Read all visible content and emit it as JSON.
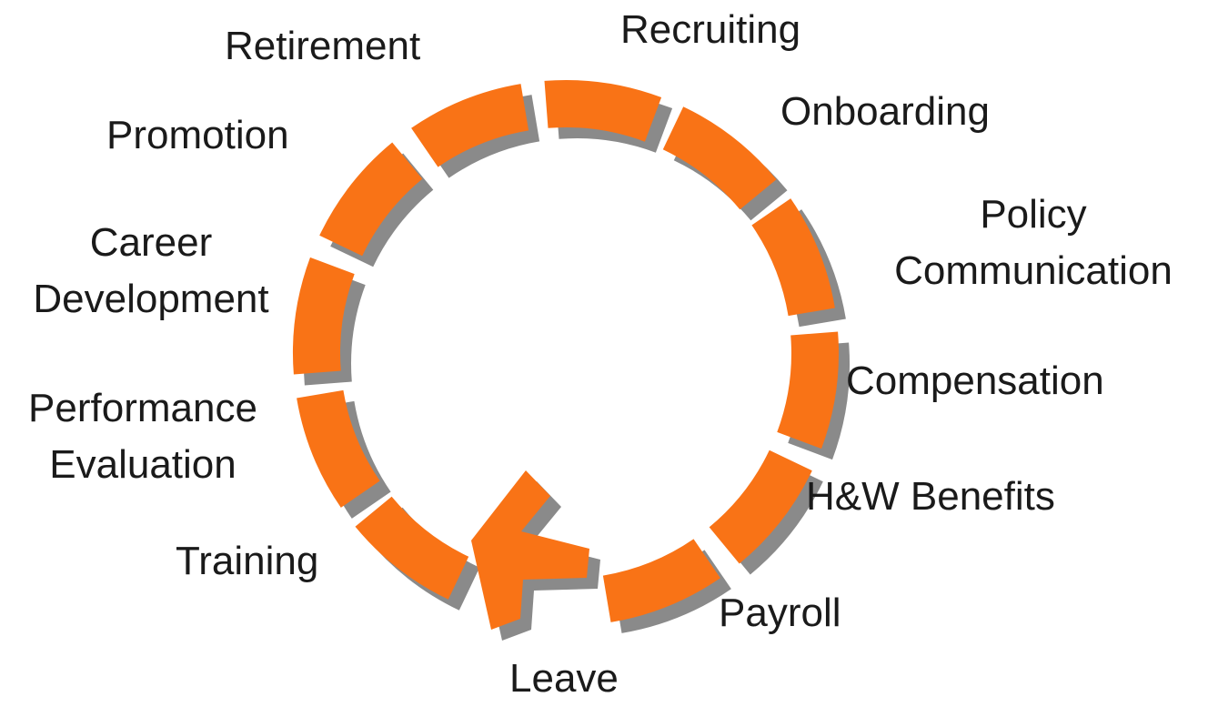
{
  "diagram": {
    "stages": [
      {
        "id": "recruiting",
        "lines": [
          "Recruiting"
        ]
      },
      {
        "id": "onboarding",
        "lines": [
          "Onboarding"
        ]
      },
      {
        "id": "policy",
        "lines": [
          "Policy",
          "Communication"
        ]
      },
      {
        "id": "compensation",
        "lines": [
          "Compensation"
        ]
      },
      {
        "id": "benefits",
        "lines": [
          "H&W Benefits"
        ]
      },
      {
        "id": "payroll",
        "lines": [
          "Payroll"
        ]
      },
      {
        "id": "leave",
        "lines": [
          "Leave"
        ]
      },
      {
        "id": "training",
        "lines": [
          "Training"
        ]
      },
      {
        "id": "performance",
        "lines": [
          "Performance",
          "Evaluation"
        ]
      },
      {
        "id": "career",
        "lines": [
          "Career",
          "Development"
        ]
      },
      {
        "id": "promotion",
        "lines": [
          "Promotion"
        ]
      },
      {
        "id": "retirement",
        "lines": [
          "Retirement"
        ]
      }
    ],
    "colors": {
      "segment": "#f97316",
      "shadow": "#8a8a8a",
      "text": "#1a1a1a"
    },
    "arrow_icon": "cycle-arrowhead-icon"
  }
}
